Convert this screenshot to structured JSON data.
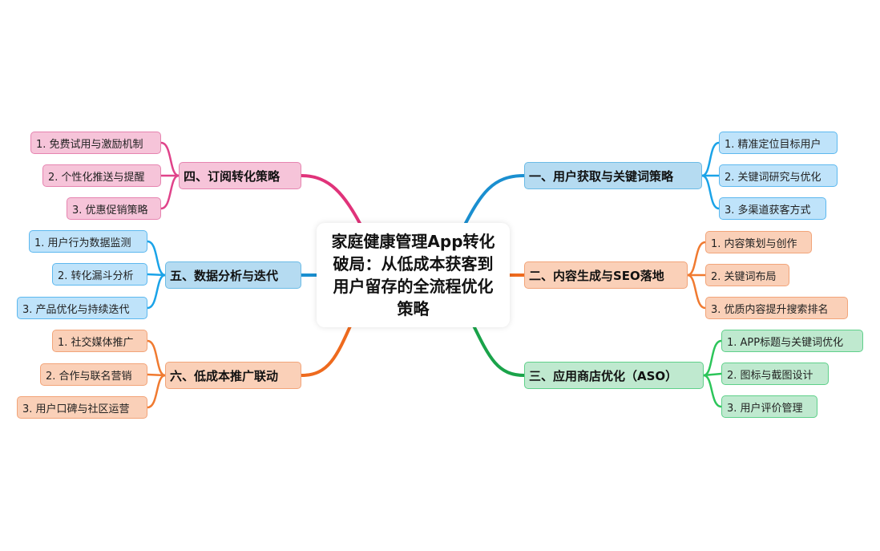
{
  "title": "家庭健康管理App转化破局：从低成本获客到用户留存的全流程优化策略",
  "branches": [
    {
      "label": "一、用户获取与关键词策略",
      "color": "#1a8fd0",
      "items": [
        "1. 精准定位目标用户",
        "2. 关键词研究与优化",
        "3. 多渠道获客方式"
      ]
    },
    {
      "label": "二、内容生成与SEO落地",
      "color": "#ee6a1e",
      "items": [
        "1. 内容策划与创作",
        "2. 关键词布局",
        "3. 优质内容提升搜索排名"
      ]
    },
    {
      "label": "三、应用商店优化（ASO）",
      "color": "#1aa34a",
      "items": [
        "1. APP标题与关键词优化",
        "2. 图标与截图设计",
        "3. 用户评价管理"
      ]
    },
    {
      "label": "四、订阅转化策略",
      "color": "#e0337a",
      "items": [
        "1. 免费试用与激励机制",
        "2. 个性化推送与提醒",
        "3. 优惠促销策略"
      ]
    },
    {
      "label": "五、数据分析与迭代",
      "color": "#1a8fd0",
      "items": [
        "1. 用户行为数据监测",
        "2. 转化漏斗分析",
        "3. 产品优化与持续迭代"
      ]
    },
    {
      "label": "六、低成本推广联动",
      "color": "#ee6a1e",
      "items": [
        "1. 社交媒体推广",
        "2. 合作与联名营销",
        "3. 用户口碑与社区运营"
      ]
    }
  ]
}
